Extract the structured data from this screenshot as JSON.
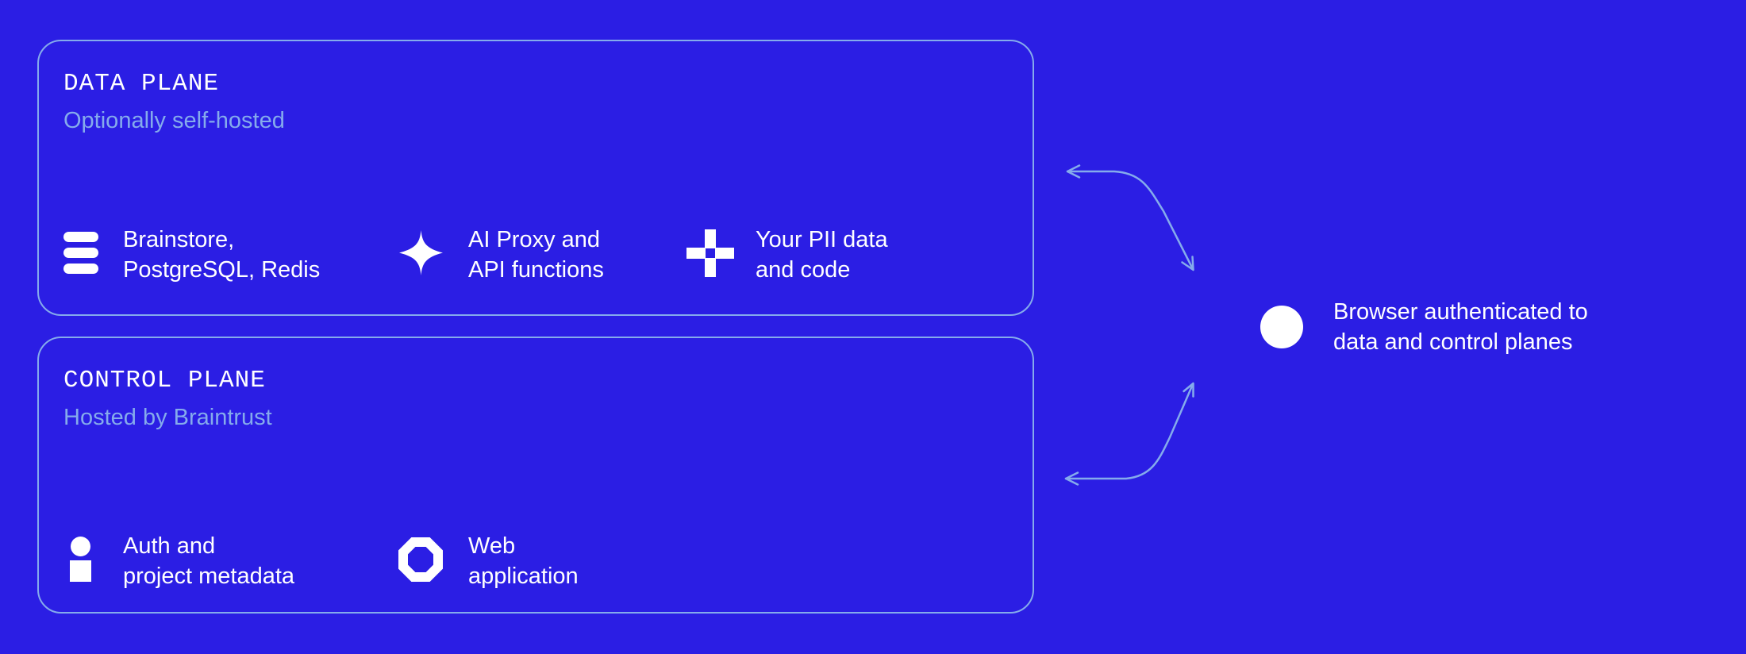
{
  "diagram": {
    "background_color": "#2B1EE4",
    "accent_color": "#85ABEC",
    "text_color": "#FFFFFF"
  },
  "data_plane": {
    "title": "DATA PLANE",
    "subtitle": "Optionally self-hosted",
    "items": [
      {
        "icon": "database-stack-icon",
        "lines": [
          "Brainstore,",
          "PostgreSQL, Redis"
        ]
      },
      {
        "icon": "sparkle-icon",
        "lines": [
          "AI Proxy and",
          "API functions"
        ]
      },
      {
        "icon": "plus-icon",
        "lines": [
          "Your PII data",
          "and code"
        ]
      }
    ]
  },
  "control_plane": {
    "title": "CONTROL PLANE",
    "subtitle": "Hosted by Braintrust",
    "items": [
      {
        "icon": "person-icon",
        "lines": [
          "Auth and",
          "project metadata"
        ]
      },
      {
        "icon": "octagon-icon",
        "lines": [
          "Web",
          "application"
        ]
      }
    ]
  },
  "browser_node": {
    "lines": [
      "Browser authenticated to",
      "data and control planes"
    ]
  }
}
